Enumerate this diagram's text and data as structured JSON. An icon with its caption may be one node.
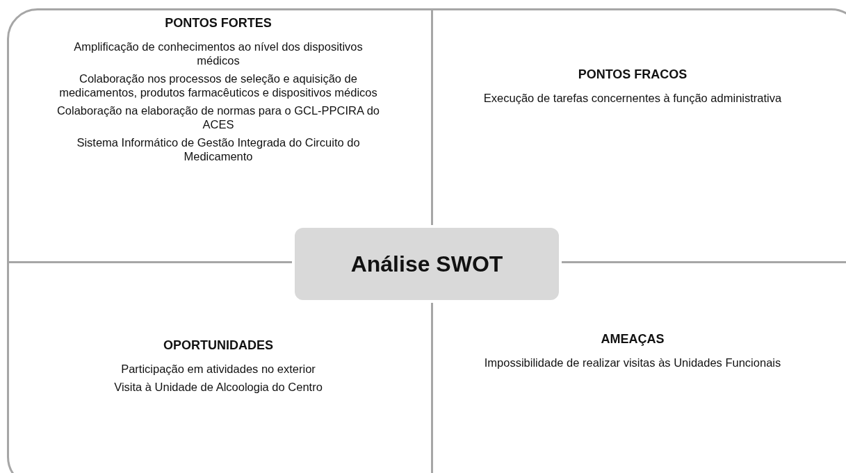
{
  "diagram": {
    "nodes": [
      {
        "text": [
          "PONTOS FORTES",
          "Amplificação de conhecimentos ao nível dos dispositivos médicos",
          "Colaboração nos processos de seleção e aquisição de medicamentos, produtos farmacêuticos e dispositivos médicos",
          "Colaboração na elaboração de normas para o GCL-PPCIRA do ACES",
          "Sistema Informático de Gestão Integrada do Circuito do Medicamento"
        ]
      },
      {
        "text": [
          "PONTOS FRACOS",
          "Execução de tarefas concernentes à função administrativa"
        ]
      },
      {
        "text": [
          "OPORTUNIDADES",
          "Participação em atividades no exterior",
          "Visita à Unidade de Alcoologia do Centro"
        ]
      },
      {
        "text": [
          "AMEAÇAS",
          "Impossibilidade de realizar visitas às Unidades Funcionais"
        ]
      },
      {
        "text": [
          "Análise SWOT"
        ]
      }
    ],
    "edges": []
  }
}
